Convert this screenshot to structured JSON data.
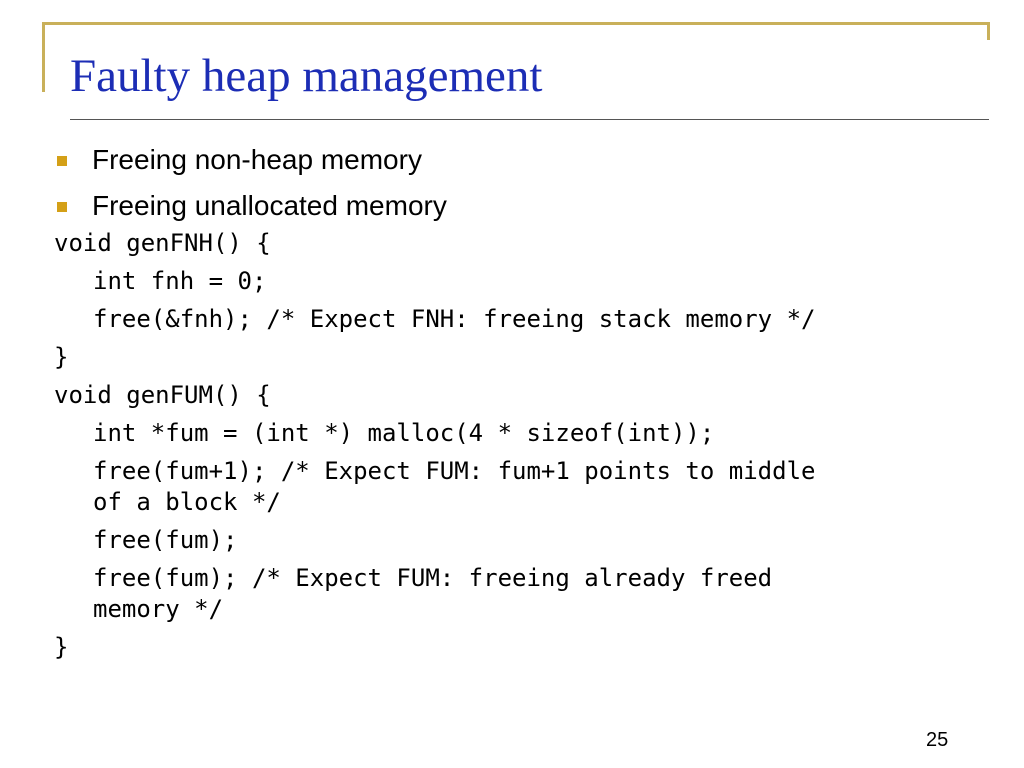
{
  "slide": {
    "title": "Faulty heap management",
    "page_number": "25",
    "accent_color": "#c9b05a",
    "title_color": "#1c2db5",
    "bullet_color": "#d4a017"
  },
  "bullets": [
    "Freeing non-heap memory",
    "Freeing unallocated memory"
  ],
  "code": [
    {
      "text": "void genFNH() {",
      "indent": false
    },
    {
      "text": "int fnh = 0;",
      "indent": true
    },
    {
      "text": "free(&fnh); /* Expect FNH: freeing stack memory */",
      "indent": true
    },
    {
      "text": "}",
      "indent": false
    },
    {
      "text": "void genFUM() {",
      "indent": false
    },
    {
      "text": "int *fum = (int *) malloc(4 * sizeof(int));",
      "indent": true
    },
    {
      "text": "free(fum+1); /* Expect FUM: fum+1 points to middle",
      "cont": "of a block */",
      "indent": true
    },
    {
      "text": "free(fum);",
      "indent": true
    },
    {
      "text": "free(fum); /* Expect FUM: freeing already freed",
      "cont": "memory */",
      "indent": true
    },
    {
      "text": "}",
      "indent": false
    }
  ]
}
